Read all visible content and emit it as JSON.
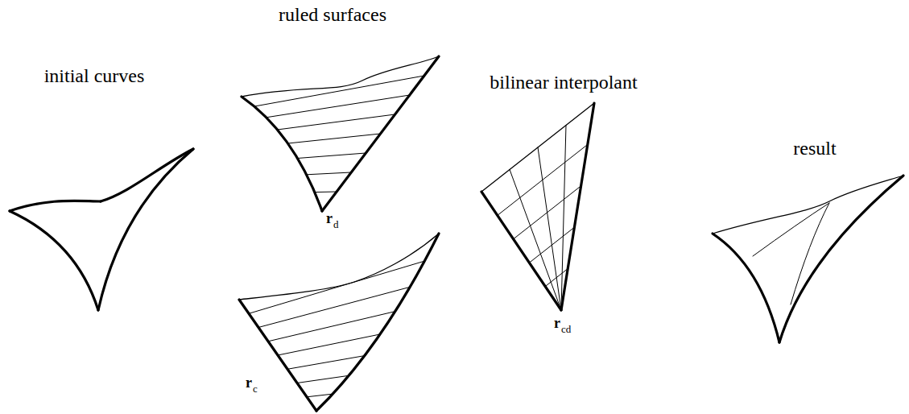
{
  "diagram": {
    "labels": [
      "ruled surfaces",
      "initial curves",
      "r",
      "d",
      "bilinear interpolant",
      "result",
      "r",
      "c",
      "r",
      "cd"
    ]
  }
}
